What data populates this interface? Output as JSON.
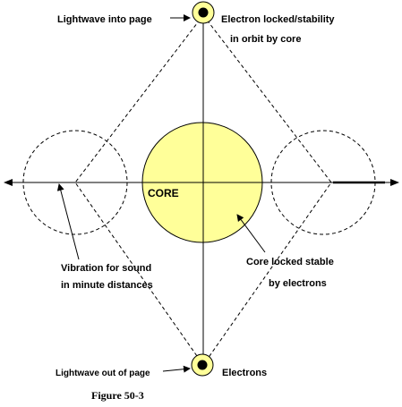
{
  "labels": {
    "lightwave_into": "Lightwave into page",
    "electron_locked_1": "Electron  locked/stability",
    "electron_locked_2": "in orbit by core",
    "core": "CORE",
    "vibration_1": "Vibration for sound",
    "vibration_2": "in minute distances",
    "core_locked_1": "Core locked stable",
    "core_locked_2": "by electrons",
    "lightwave_out": "Lightwave out of page",
    "electrons": "Electrons",
    "figure": "Figure 50-3"
  },
  "colors": {
    "core_fill": "#FFFF99",
    "electron_fill": "#FFFF99",
    "stroke": "#000000"
  }
}
